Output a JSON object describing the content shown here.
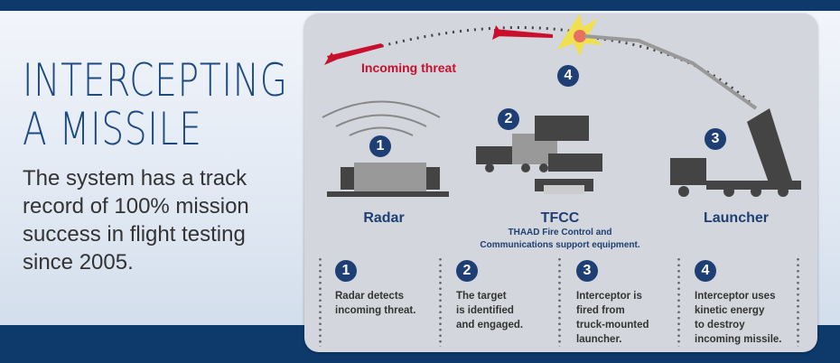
{
  "title": [
    "INTERCEPTING",
    "A MISSILE"
  ],
  "subtitle": "The system has a track record of 100% mission success in flight testing since 2005.",
  "threat_label": "Incoming threat",
  "components": [
    {
      "number": "1",
      "label": "Radar"
    },
    {
      "number": "2",
      "label": "TFCC",
      "description": [
        "THAAD Fire Control and",
        "Communications support equipment."
      ]
    },
    {
      "number": "3",
      "label": "Launcher"
    }
  ],
  "intercept_number": "4",
  "steps": [
    {
      "number": "1",
      "text": "Radar detects\nincoming threat."
    },
    {
      "number": "2",
      "text": "The target\nis identified\nand engaged."
    },
    {
      "number": "3",
      "text": "Interceptor is\nfired from\ntruck-mounted\nlauncher."
    },
    {
      "number": "4",
      "text": "Interceptor uses\nkinetic energy\nto destroy\nincoming missile."
    }
  ],
  "colors": {
    "navy": "#0d3a6b",
    "accent": "#1d3f73",
    "threat": "#c8102e",
    "panel": "#d3d6dc"
  }
}
